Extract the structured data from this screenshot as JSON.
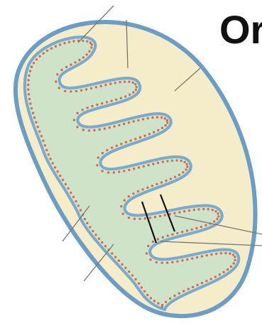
{
  "diagram": {
    "title_fragment": "Or",
    "colors": {
      "outer_membrane": "#6b9ec7",
      "intermembrane_space": "#f5ecc9",
      "matrix": "#cfe3c8",
      "inner_membrane": "#7aaad0",
      "ribosome_dots": "#d86b4f",
      "pointer_lines": "#777777",
      "highlight_lines": "#111111"
    },
    "components": [
      "outer-membrane",
      "inner-membrane",
      "cristae",
      "matrix",
      "intermembrane-space",
      "ribosomes"
    ]
  }
}
